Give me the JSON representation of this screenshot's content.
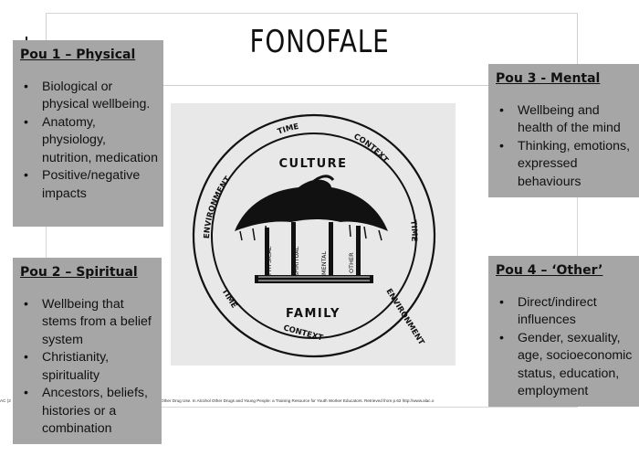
{
  "title": "FONOFALE",
  "pou1": {
    "heading": "Pou 1 – Physical",
    "items": [
      "Biological or physical wellbeing.",
      "Anatomy, physiology, nutrition, medication",
      "Positive/negative impacts"
    ]
  },
  "pou2": {
    "heading": "Pou 2 – Spiritual",
    "items": [
      "Wellbeing that stems from a belief system",
      "Christianity, spirituality",
      "Ancestors, beliefs, histories or a combination"
    ]
  },
  "pou3": {
    "heading": "Pou 3 - Mental",
    "items": [
      "Wellbeing and health of the mind",
      "Thinking, emotions, expressed behaviours"
    ]
  },
  "pou4": {
    "heading": "Pou 4 – ‘Other’",
    "items": [
      "Direct/indirect influences",
      "Gender, sexuality, age, socioeconomic status, education, employment"
    ]
  },
  "diagram": {
    "culture": "CULTURE",
    "family": "FAMILY",
    "time": "TIME",
    "context": "CONTEXT",
    "environment": "ENVIRONMENT",
    "physical": "PHYSICAL",
    "spiritual": "SPIRITUAL",
    "mental": "MENTAL",
    "other": "OTHER"
  },
  "citation": {
    "left": "AC (2",
    "main": "Other Drug Use. In Alcohol Other Drugs and Young People: a Training Resource for Youth Worker Educators. Retrieved from p.62 http://www.alac.o"
  }
}
